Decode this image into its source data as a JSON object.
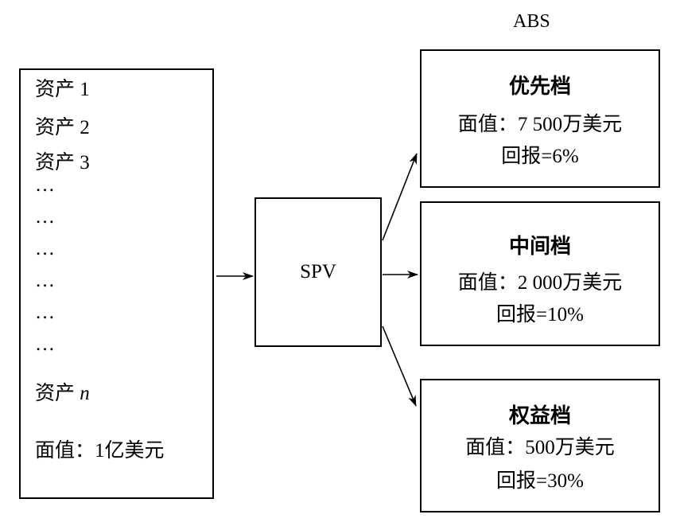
{
  "assets": {
    "items": [
      "资产 1",
      "资产 2",
      "资产 3"
    ],
    "ellipses": [
      "…",
      "…",
      "…",
      "…",
      "…",
      "…"
    ],
    "last_item_prefix": "资产 ",
    "last_item_var": "n",
    "face_value": "面值：1亿美元"
  },
  "spv": {
    "label": "SPV"
  },
  "abs": {
    "label": "ABS",
    "tranches": [
      {
        "name": "优先档",
        "face_value": "面值：7 500万美元",
        "return": "回报=6%"
      },
      {
        "name": "中间档",
        "face_value": "面值：2 000万美元",
        "return": "回报=10%"
      },
      {
        "name": "权益档",
        "face_value": "面值：500万美元",
        "return": "回报=30%"
      }
    ]
  }
}
